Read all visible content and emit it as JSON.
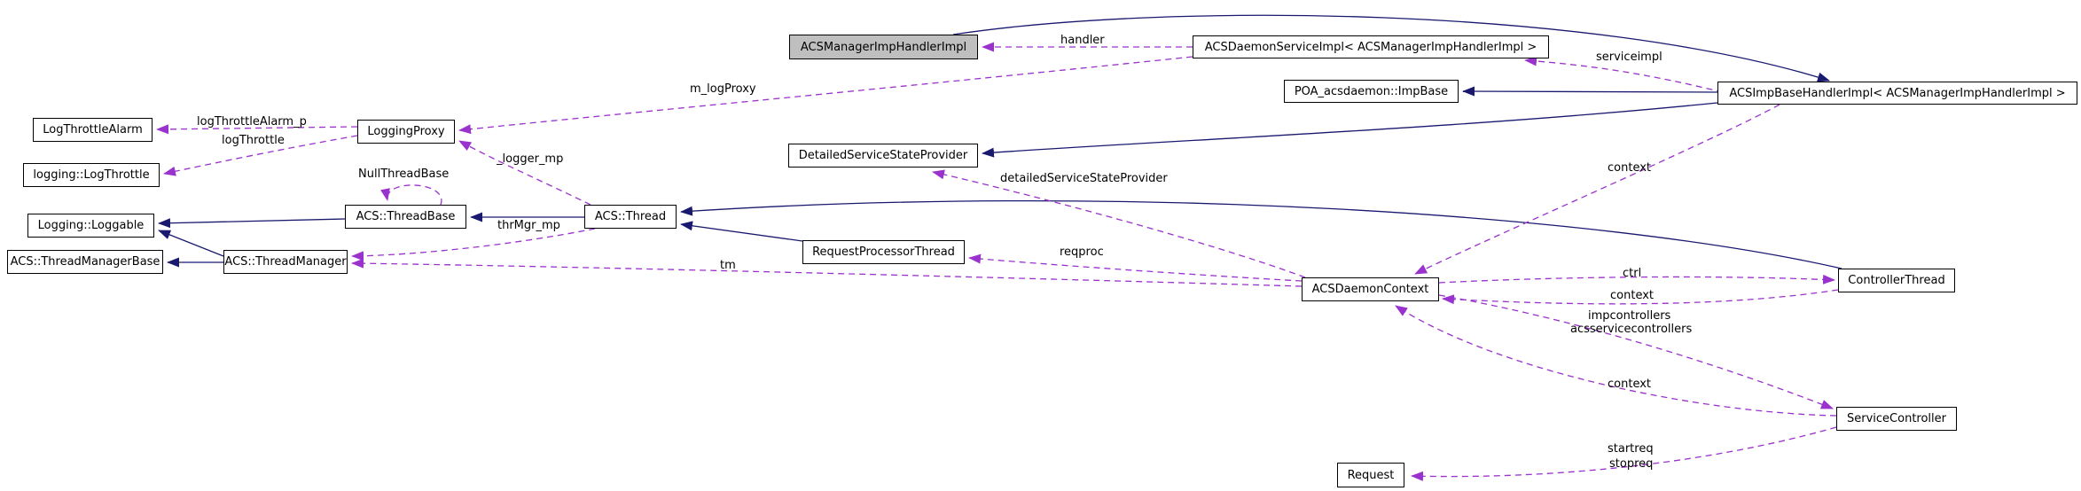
{
  "diagram": {
    "type": "doxygen-collaboration-graph",
    "colors": {
      "inheritance_edge": "#191970",
      "usage_edge": "#9a32cd",
      "node_fill": "#ffffff",
      "node_border": "#000000",
      "highlighted_node_fill": "#bfbfbf",
      "background": "#ffffff"
    },
    "nodes": {
      "logThrottleAlarm": {
        "label": "LogThrottleAlarm"
      },
      "loggingLogThrottle": {
        "label": "logging::LogThrottle"
      },
      "loggingProxy": {
        "label": "LoggingProxy"
      },
      "loggingLoggable": {
        "label": "Logging::Loggable"
      },
      "acsThreadBase": {
        "label": "ACS::ThreadBase"
      },
      "acsThread": {
        "label": "ACS::Thread"
      },
      "acsThreadManagerBase": {
        "label": "ACS::ThreadManagerBase"
      },
      "acsThreadManager": {
        "label": "ACS::ThreadManager"
      },
      "acsManagerImpHandlerImpl": {
        "label": "ACSManagerImpHandlerImpl",
        "highlighted": true
      },
      "acsDaemonServiceImpl": {
        "label": "ACSDaemonServiceImpl< ACSManagerImpHandlerImpl >"
      },
      "poaAcsdaemonImpBase": {
        "label": "POA_acsdaemon::ImpBase"
      },
      "acsImpBaseHandlerImpl": {
        "label": "ACSImpBaseHandlerImpl< ACSManagerImpHandlerImpl >"
      },
      "detailedServiceStateProvider": {
        "label": "DetailedServiceStateProvider"
      },
      "requestProcessorThread": {
        "label": "RequestProcessorThread"
      },
      "acsDaemonContext": {
        "label": "ACSDaemonContext"
      },
      "controllerThread": {
        "label": "ControllerThread"
      },
      "serviceController": {
        "label": "ServiceController"
      },
      "request": {
        "label": "Request"
      }
    },
    "edgeLabels": {
      "handler": "handler",
      "serviceimpl": "serviceimpl",
      "mLogProxy": "m_logProxy",
      "logThrottleAlarmP": "logThrottleAlarm_p",
      "logThrottle": "logThrottle",
      "nullThreadBase": "NullThreadBase",
      "loggerMp": "_logger_mp",
      "thrMgrMp": "thrMgr_mp",
      "tm": "tm",
      "detailedServiceStateProvider": "detailedServiceStateProvider",
      "reqproc": "reqproc",
      "contextImpBase": "context",
      "ctrl": "ctrl",
      "contextController": "context",
      "impcontrollers": "impcontrollers",
      "acsservicecontrollers": "acsservicecontrollers",
      "contextServiceController": "context",
      "startreq": "startreq",
      "stopreq": "stopreq"
    },
    "relationships": [
      {
        "from": "ACSDaemonServiceImpl< ACSManagerImpHandlerImpl >",
        "to": "ACSManagerImpHandlerImpl",
        "label": "handler",
        "type": "usage"
      },
      {
        "from": "ACSManagerImpHandlerImpl",
        "to": "ACSImpBaseHandlerImpl< ACSManagerImpHandlerImpl >",
        "label": "",
        "type": "inheritance"
      },
      {
        "from": "ACSImpBaseHandlerImpl< ACSManagerImpHandlerImpl >",
        "to": "ACSDaemonServiceImpl< ACSManagerImpHandlerImpl >",
        "label": "serviceimpl",
        "type": "usage"
      },
      {
        "from": "ACSImpBaseHandlerImpl< ACSManagerImpHandlerImpl >",
        "to": "POA_acsdaemon::ImpBase",
        "label": "",
        "type": "inheritance"
      },
      {
        "from": "ACSImpBaseHandlerImpl< ACSManagerImpHandlerImpl >",
        "to": "DetailedServiceStateProvider",
        "label": "",
        "type": "inheritance"
      },
      {
        "from": "ACSDaemonServiceImpl< ACSManagerImpHandlerImpl >",
        "to": "LoggingProxy",
        "label": "m_logProxy",
        "type": "usage"
      },
      {
        "from": "LoggingProxy",
        "to": "LogThrottleAlarm",
        "label": "logThrottleAlarm_p",
        "type": "usage"
      },
      {
        "from": "LoggingProxy",
        "to": "logging::LogThrottle",
        "label": "logThrottle",
        "type": "usage"
      },
      {
        "from": "ACS::ThreadBase",
        "to": "ACS::ThreadBase",
        "label": "NullThreadBase",
        "type": "usage"
      },
      {
        "from": "ACS::Thread",
        "to": "LoggingProxy",
        "label": "_logger_mp",
        "type": "usage"
      },
      {
        "from": "ACS::Thread",
        "to": "ACS::ThreadBase",
        "label": "",
        "type": "inheritance"
      },
      {
        "from": "ACS::ThreadBase",
        "to": "Logging::Loggable",
        "label": "",
        "type": "inheritance"
      },
      {
        "from": "ACS::ThreadManager",
        "to": "Logging::Loggable",
        "label": "",
        "type": "inheritance"
      },
      {
        "from": "ACS::ThreadManager",
        "to": "ACS::ThreadManagerBase",
        "label": "",
        "type": "inheritance"
      },
      {
        "from": "ACS::Thread",
        "to": "ACS::ThreadManager",
        "label": "thrMgr_mp",
        "type": "usage"
      },
      {
        "from": "ACSDaemonContext",
        "to": "ACS::ThreadManager",
        "label": "tm",
        "type": "usage"
      },
      {
        "from": "ACSDaemonContext",
        "to": "RequestProcessorThread",
        "label": "reqproc",
        "type": "usage"
      },
      {
        "from": "ACSDaemonContext",
        "to": "DetailedServiceStateProvider",
        "label": "detailedServiceStateProvider",
        "type": "usage"
      },
      {
        "from": "RequestProcessorThread",
        "to": "ACS::Thread",
        "label": "",
        "type": "inheritance"
      },
      {
        "from": "ControllerThread",
        "to": "ACS::Thread",
        "label": "",
        "type": "inheritance"
      },
      {
        "from": "ACSImpBaseHandlerImpl< ACSManagerImpHandlerImpl >",
        "to": "ACSDaemonContext",
        "label": "context",
        "type": "usage"
      },
      {
        "from": "ACSDaemonContext",
        "to": "ControllerThread",
        "label": "ctrl",
        "type": "usage"
      },
      {
        "from": "ControllerThread",
        "to": "ACSDaemonContext",
        "label": "context",
        "type": "usage"
      },
      {
        "from": "ACSDaemonContext",
        "to": "ServiceController",
        "label": "impcontrollers acsservicecontrollers",
        "type": "usage"
      },
      {
        "from": "ServiceController",
        "to": "ACSDaemonContext",
        "label": "context",
        "type": "usage"
      },
      {
        "from": "ServiceController",
        "to": "Request",
        "label": "startreq stopreq",
        "type": "usage"
      }
    ]
  }
}
